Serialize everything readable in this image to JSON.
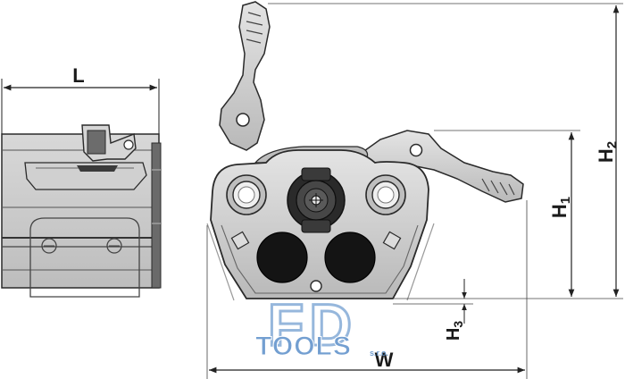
{
  "dimensions": {
    "L": "L",
    "W": "W",
    "H1": "H",
    "H1_sub": "1",
    "H2": "H",
    "H2_sub": "2",
    "H3": "H",
    "H3_sub": "3"
  },
  "watermark": {
    "logo_letters": "FD",
    "brand": "TOOLS",
    "suffix": "s.r.o."
  },
  "colors": {
    "body_fill": "#cfcfcf",
    "body_dark": "#8a8a8a",
    "outline": "#2a2a2a",
    "hole_dark": "#141414",
    "watermark_blue": "#5b8fc9"
  }
}
